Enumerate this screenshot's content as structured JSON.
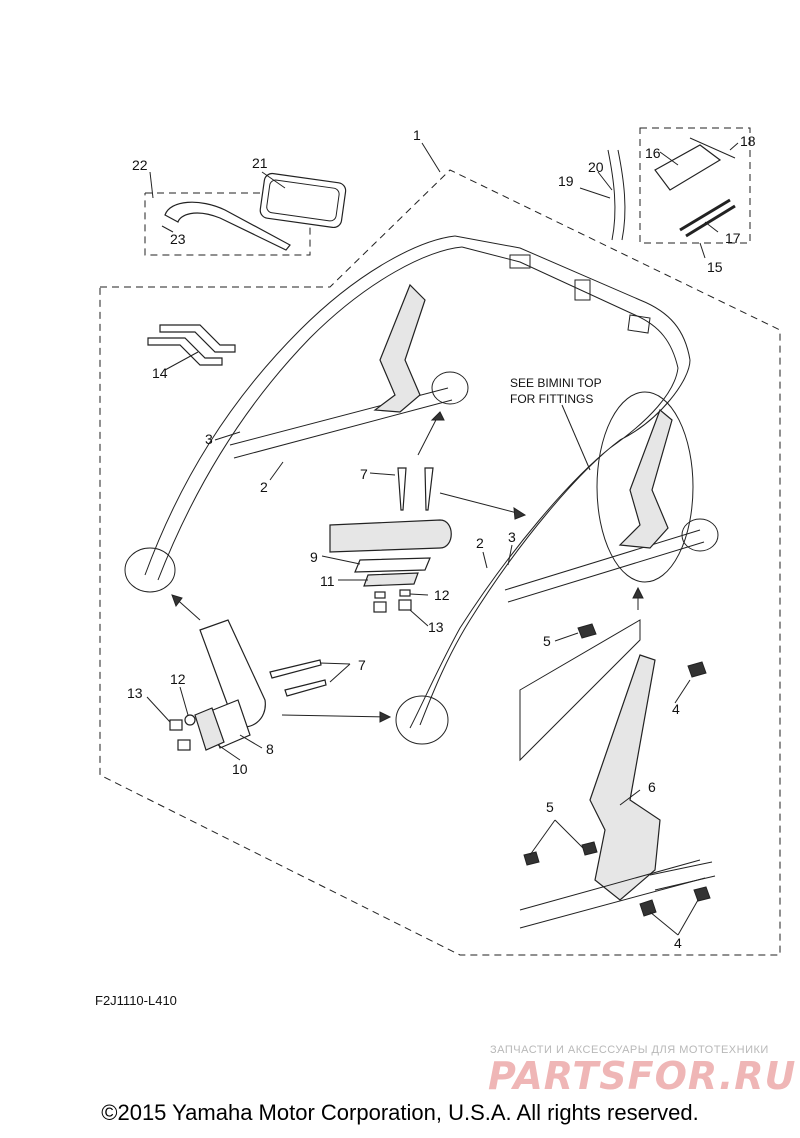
{
  "callouts": {
    "c1": "1",
    "c2a": "2",
    "c2b": "2",
    "c3a": "3",
    "c3b": "3",
    "c4a": "4",
    "c4b": "4",
    "c5a": "5",
    "c5b": "5",
    "c6": "6",
    "c7a": "7",
    "c7b": "7",
    "c8": "8",
    "c9": "9",
    "c10": "10",
    "c11": "11",
    "c12a": "12",
    "c12b": "12",
    "c13a": "13",
    "c13b": "13",
    "c14": "14",
    "c15": "15",
    "c16": "16",
    "c17": "17",
    "c18": "18",
    "c19": "19",
    "c20": "20",
    "c21": "21",
    "c22": "22",
    "c23": "23"
  },
  "note": {
    "line1": "SEE BIMINI TOP",
    "line2": "FOR FITTINGS"
  },
  "diagram_code": "F2J1110-L410",
  "watermark": {
    "tagline": "ЗАПЧАСТИ И АКСЕССУАРЫ ДЛЯ МОТОТЕХНИКИ",
    "logo": "PARTSFOR.RU"
  },
  "copyright": "©2015 Yamaha Motor Corporation, U.S.A. All rights reserved."
}
